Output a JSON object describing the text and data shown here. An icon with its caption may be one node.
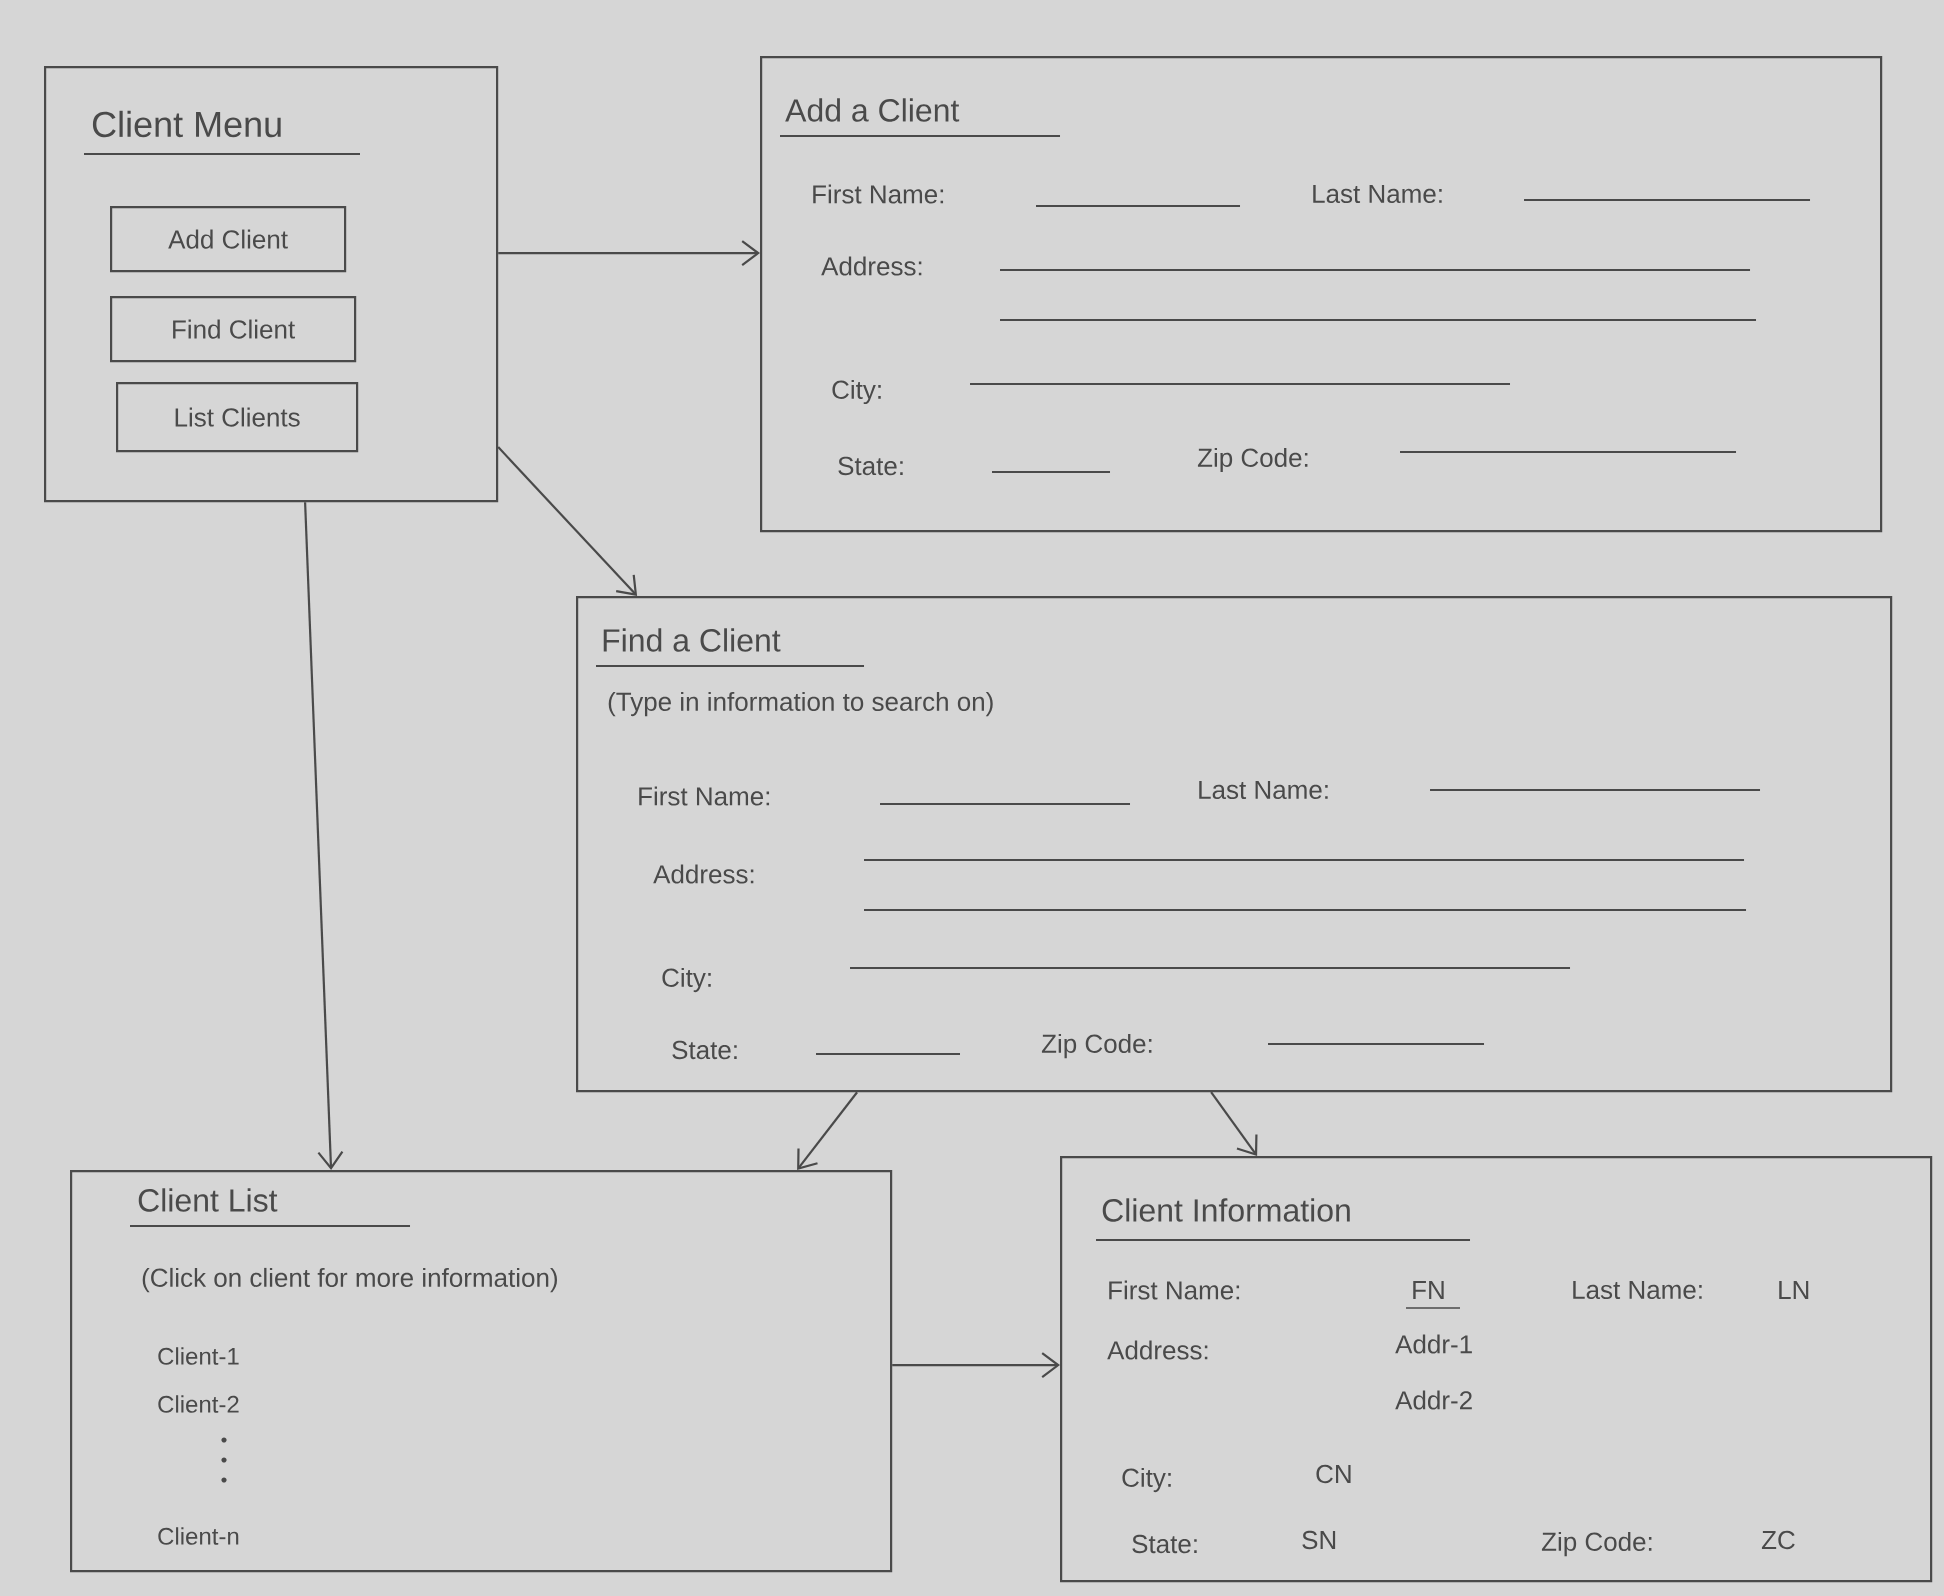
{
  "diagram": {
    "nodes": [
      {
        "text": [
          "Client Menu"
        ]
      },
      {
        "text": [
          "Add Client"
        ],
        "in": 0
      },
      {
        "text": [
          "Find Client"
        ],
        "in": 0
      },
      {
        "text": [
          "List Clients"
        ],
        "in": 0
      },
      {
        "text": [
          "Add a Client",
          "First Name:",
          "Last Name:",
          "Address:",
          "City:",
          "State:",
          "Zip Code:"
        ]
      },
      {
        "text": [
          "Find a Client",
          "(Type in information to search on)",
          "First Name:",
          "Last Name:",
          "Address:",
          "City:",
          "State:",
          "Zip Code:"
        ]
      },
      {
        "text": [
          "Client List",
          "(Click on client for more information)",
          "Client-1",
          "Client-2",
          "Client-n"
        ]
      },
      {
        "text": [
          "Client Information",
          "First Name:",
          "FN",
          "Last Name:",
          "LN",
          "Address:",
          "Addr-1",
          "Addr-2",
          "City:",
          "CN",
          "State:",
          "SN",
          "Zip Code:",
          "ZC"
        ]
      }
    ],
    "edges": [
      {
        "from": 0,
        "to": 4,
        "arrow": "to"
      },
      {
        "from": 0,
        "to": 5,
        "arrow": "to"
      },
      {
        "from": 0,
        "to": 6,
        "arrow": "to"
      },
      {
        "from": 5,
        "to": 6,
        "arrow": "to"
      },
      {
        "from": 5,
        "to": 7,
        "arrow": "to"
      },
      {
        "from": 6,
        "to": 7,
        "arrow": "to"
      }
    ]
  }
}
